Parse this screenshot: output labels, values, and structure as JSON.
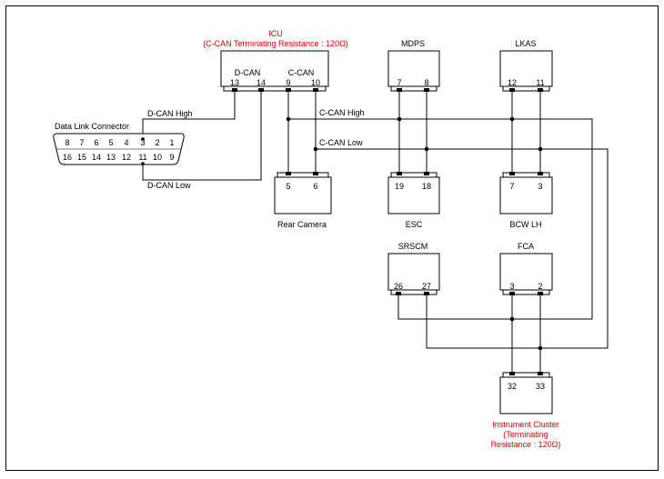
{
  "icu": {
    "title": "ICU",
    "subtitle": "(C-CAN Terminating Resistance : 120Ω)",
    "group_dcan": "D-CAN",
    "group_ccan": "C-CAN",
    "pins": [
      "13",
      "14",
      "9",
      "10"
    ]
  },
  "mdps": {
    "label": "MDPS",
    "pins": [
      "7",
      "8"
    ]
  },
  "lkas": {
    "label": "LKAS",
    "pins": [
      "12",
      "11"
    ]
  },
  "dlc": {
    "label": "Data Link Connector",
    "row1": [
      "8",
      "7",
      "6",
      "5",
      "4",
      "3",
      "2",
      "1"
    ],
    "row2": [
      "16",
      "15",
      "14",
      "13",
      "12",
      "11",
      "10",
      "9"
    ]
  },
  "rear_camera": {
    "label": "Rear Camera",
    "pins": [
      "5",
      "6"
    ]
  },
  "esc": {
    "label": "ESC",
    "pins": [
      "19",
      "18"
    ]
  },
  "bcw": {
    "label": "BCW LH",
    "pins": [
      "7",
      "3"
    ]
  },
  "srscm": {
    "label": "SRSCM",
    "pins": [
      "26",
      "27"
    ]
  },
  "fca": {
    "label": "FCA",
    "pins": [
      "3",
      "2"
    ]
  },
  "cluster": {
    "pins": [
      "32",
      "33"
    ],
    "label_line1": "Instrument Cluster",
    "label_line2": "(Terminating",
    "label_line3": "Resistance : 120Ω)"
  },
  "wires": {
    "dcan_high": "D-CAN High",
    "dcan_low": "D-CAN Low",
    "ccan_high": "C-CAN High",
    "ccan_low": "C-CAN Low"
  },
  "colors": {
    "ecu_label_highlight": "#e00000",
    "line": "#000000"
  }
}
